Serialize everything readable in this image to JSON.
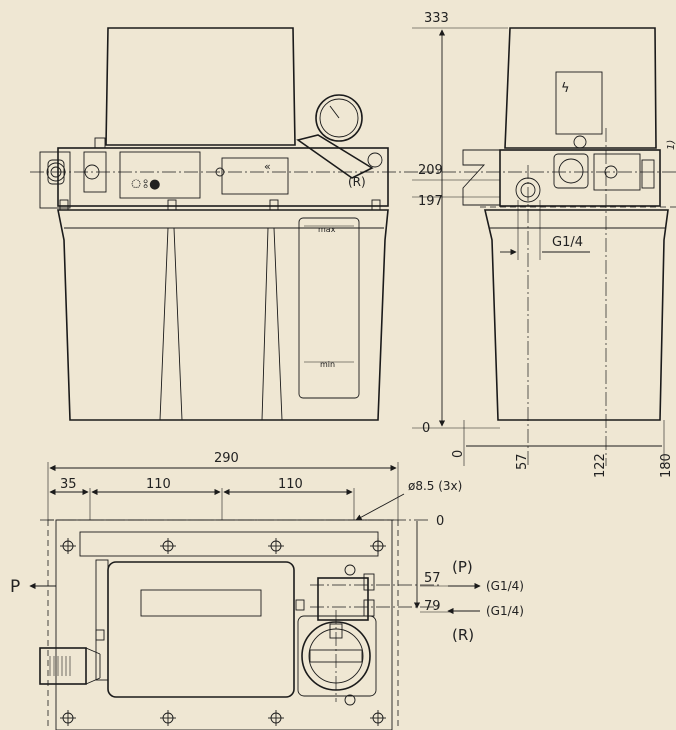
{
  "colors": {
    "background": "#efe7d3",
    "line": "#1b1b1b"
  },
  "side_view": {
    "dim_top": "333",
    "dim_mid": "209",
    "dim_low": "197",
    "dim_zero": "0",
    "thread_label": "G1/4",
    "footnote": "1)",
    "base_dims": [
      "0",
      "57",
      "122",
      "180"
    ]
  },
  "front_view": {
    "gauge_label": "(R)",
    "level_max": "max",
    "level_min": "min"
  },
  "top_view": {
    "overall_width": "290",
    "dim_a": "35",
    "dim_b": "110",
    "dim_c": "110",
    "hole_note": "ø8.5 (3x)",
    "dim_zero": "0",
    "dim_57": "57",
    "dim_79": "79",
    "port_p_label": "(P)",
    "port_p_thread": "(G1/4)",
    "port_r_label": "(R)",
    "port_r_thread": "(G1/4)",
    "outlet_label": "P"
  }
}
